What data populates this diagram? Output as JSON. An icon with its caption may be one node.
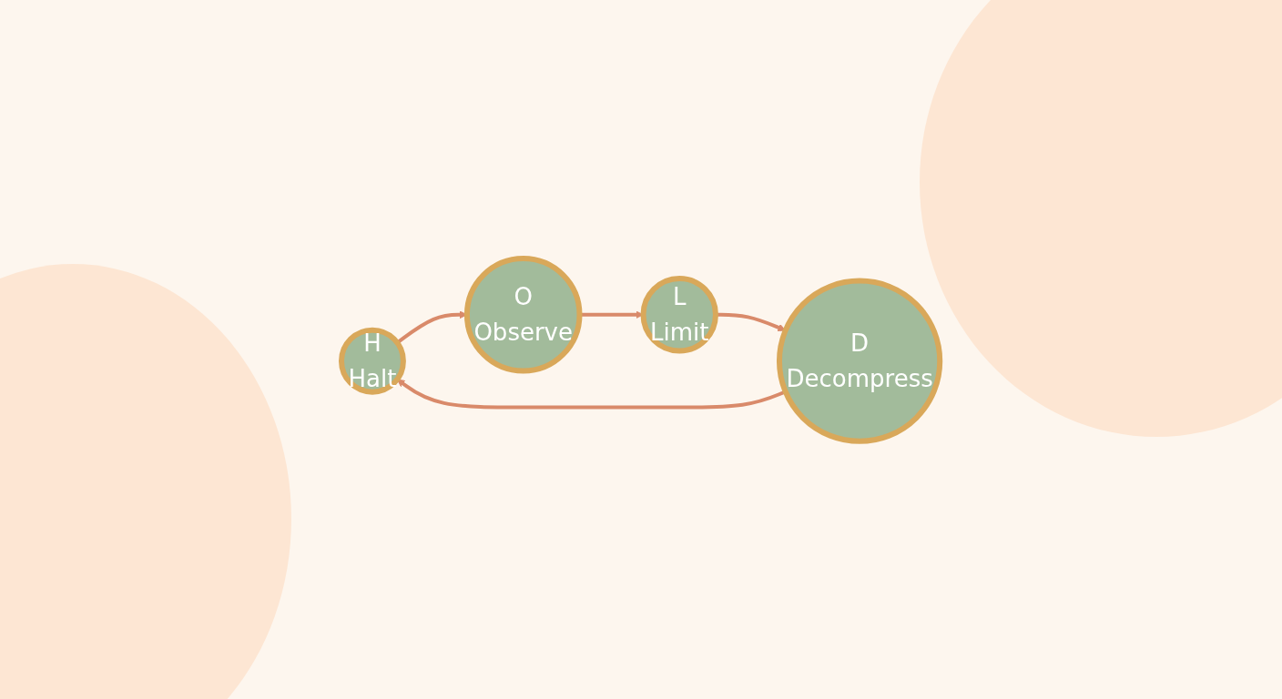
{
  "diagram": {
    "nodes": [
      {
        "text": [
          "H",
          "Halt"
        ]
      },
      {
        "text": [
          "O",
          "Observe"
        ]
      },
      {
        "text": [
          "L",
          "Limit"
        ]
      },
      {
        "text": [
          "D",
          "Decompress"
        ]
      }
    ],
    "edges": [
      {
        "from": 0,
        "to": 1,
        "arrow": "to"
      },
      {
        "from": 1,
        "to": 2,
        "arrow": "to"
      },
      {
        "from": 2,
        "to": 3,
        "arrow": "to"
      },
      {
        "from": 3,
        "to": 0,
        "arrow": "to"
      }
    ]
  }
}
